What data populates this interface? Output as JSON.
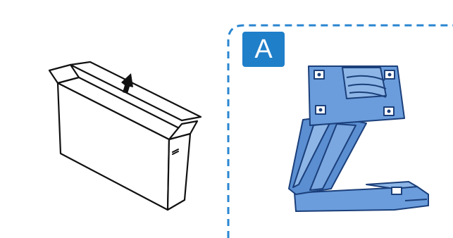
{
  "panel": {
    "label": "A"
  },
  "illustrations": {
    "left": "box-unboxing-with-up-arrow",
    "right": "blue-monitor-stand-base"
  },
  "colors": {
    "stand_fill": "#6b9ddc",
    "stand_stroke": "#1b3f7a",
    "badge": "#1f7fc9",
    "dashed_border": "#2a86d1",
    "outline": "#111111"
  }
}
